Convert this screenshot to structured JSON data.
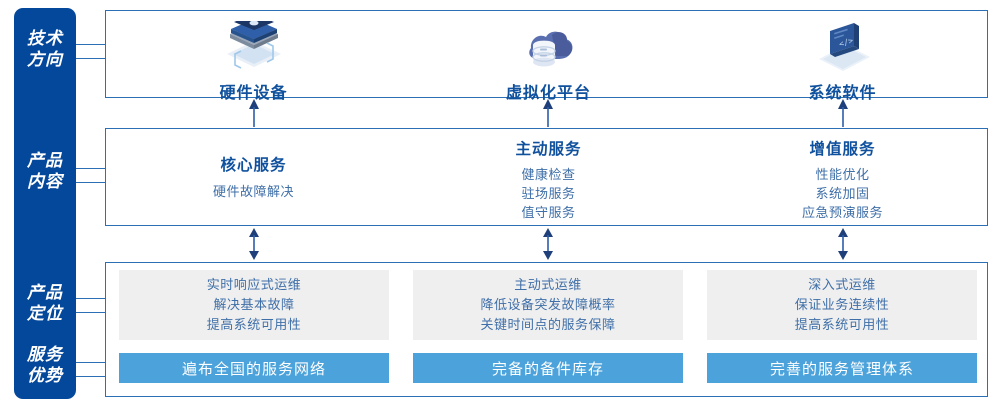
{
  "sidebar": {
    "items": [
      {
        "name": "tech-direction",
        "line1": "技术",
        "line2": "方向"
      },
      {
        "name": "product-content",
        "line1": "产品",
        "line2": "内容"
      },
      {
        "name": "product-positioning",
        "line1": "产品",
        "line2": "定位"
      },
      {
        "name": "service-advantage",
        "line1": "服务",
        "line2": "优势"
      }
    ],
    "color": "#04489B",
    "text_color": "#FFFFFF"
  },
  "tech_direction": {
    "columns": [
      {
        "icon": "server-stack-icon",
        "label": "硬件设备"
      },
      {
        "icon": "cloud-database-icon",
        "label": "虚拟化平台"
      },
      {
        "icon": "laptop-code-icon",
        "label": "系统软件"
      }
    ]
  },
  "product_content": {
    "columns": [
      {
        "title": "核心服务",
        "items": [
          "硬件故障解决"
        ]
      },
      {
        "title": "主动服务",
        "items": [
          "健康检查",
          "驻场服务",
          "值守服务"
        ]
      },
      {
        "title": "增值服务",
        "items": [
          "性能优化",
          "系统加固",
          "应急预演服务"
        ]
      }
    ]
  },
  "product_positioning": {
    "cards": [
      {
        "lines": [
          "实时响应式运维",
          "解决基本故障",
          "提高系统可用性"
        ]
      },
      {
        "lines": [
          "主动式运维",
          "降低设备突发故障概率",
          "关键时间点的服务保障"
        ]
      },
      {
        "lines": [
          "深入式运维",
          "保证业务连续性",
          "提高系统可用性"
        ]
      }
    ],
    "background": "#EFEFEF"
  },
  "service_advantage": {
    "bars": [
      {
        "label": "遍布全国的服务网络"
      },
      {
        "label": "完备的备件库存"
      },
      {
        "label": "完善的服务管理体系"
      }
    ],
    "background": "#4CA2DA"
  },
  "connectors": {
    "top_to_middle": [
      "arrow-up-icon",
      "arrow-up-icon",
      "arrow-up-icon"
    ],
    "middle_to_bottom": [
      "arrow-updown-icon",
      "arrow-updown-icon",
      "arrow-updown-icon"
    ]
  },
  "theme": {
    "border": "#2C6FB5",
    "heading": "#10519E",
    "body_text": "#3F6FA8"
  }
}
